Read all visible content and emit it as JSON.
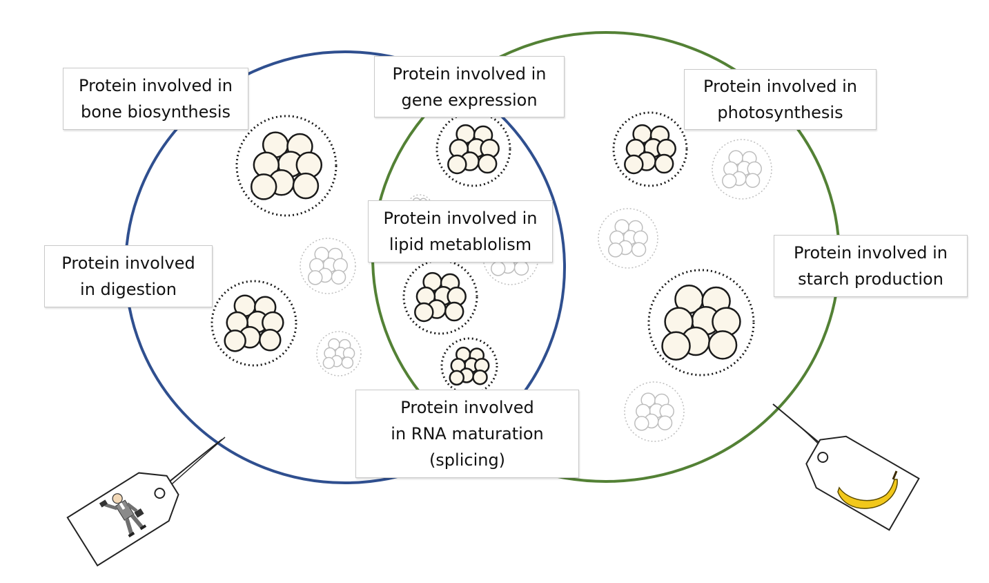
{
  "colors": {
    "animal_circle": "#2F4F8F",
    "plant_circle": "#538135",
    "cluster_fill": "#FBF6EA",
    "cluster_stroke": "#1a1a1a",
    "faded_stroke": "#bdbdbd",
    "banana": "#F2C81B"
  },
  "labels": {
    "bone": "Protein involved in\nbone biosynthesis",
    "gene": "Protein involved in\ngene expression",
    "photo": "Protein involved in\nphotosynthesis",
    "lipid": "Protein involved in\nlipid metablolism",
    "digestion": "Protein involved\nin digestion",
    "starch": "Protein involved in\nstarch production",
    "rna": "Protein involved\nin RNA maturation\n(splicing)"
  },
  "icons": {
    "animal_tag": "businessman-icon",
    "plant_tag": "banana-icon"
  }
}
